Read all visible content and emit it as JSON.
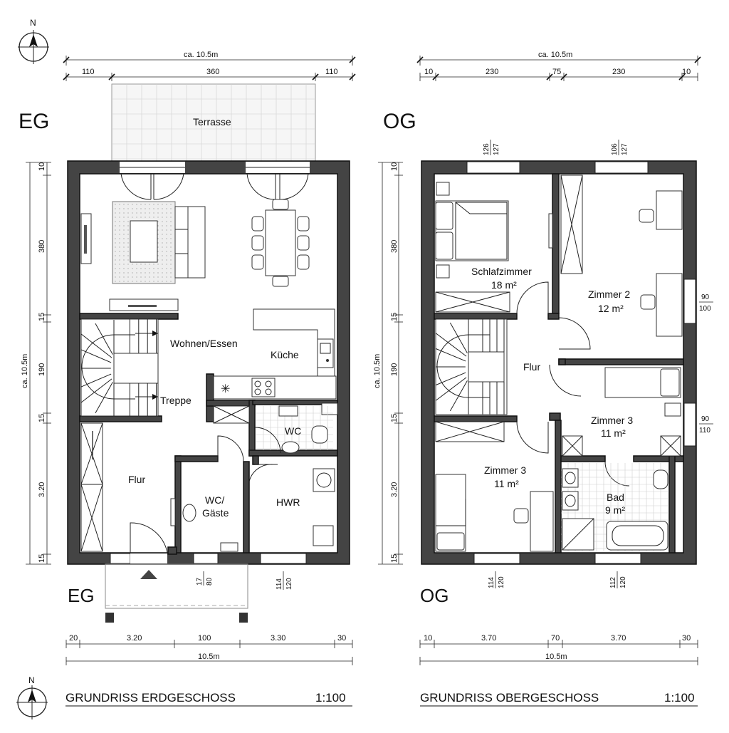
{
  "north": "N",
  "plans": {
    "eg": {
      "label_top": "EG",
      "label_bottom": "EG",
      "title": "GRUNDRISS ERDGESCHOSS",
      "scale": "1:100",
      "overall_top": "ca. 10.5m",
      "dims_top": [
        "110",
        "360",
        "110"
      ],
      "dims_left": [
        "10",
        "380",
        "15",
        "190",
        "15",
        "3.20",
        "15"
      ],
      "overall_left": "ca. 10.5m",
      "dims_bottom": [
        "20",
        "3.20",
        "100",
        "3.30",
        "30"
      ],
      "overall_bottom": "10.5m",
      "window_labels": [
        {
          "n": "17",
          "d": "80"
        },
        {
          "n": "114",
          "d": "120"
        }
      ],
      "rooms": {
        "terrace": "Terrasse",
        "living": "Wohnen/Essen",
        "kitchen": "Küche",
        "stairs": "Treppe",
        "hall": "Flur",
        "wc": "WC",
        "guest_wc_1": "WC/",
        "guest_wc_2": "Gäste",
        "utility": "HWR"
      }
    },
    "og": {
      "label_top": "OG",
      "label_bottom": "OG",
      "title": "GRUNDRISS OBERGESCHOSS",
      "scale": "1:100",
      "overall_top": "ca. 10.5m",
      "dims_top": [
        "10",
        "230",
        "75",
        "230",
        "10"
      ],
      "dims_left": [
        "10",
        "380",
        "15",
        "190",
        "15",
        "3.20",
        "15"
      ],
      "overall_left": "ca. 10.5m",
      "dims_bottom": [
        "10",
        "3.70",
        "70",
        "3.70",
        "30"
      ],
      "overall_bottom": "10.5m",
      "window_labels_top": [
        {
          "n": "126",
          "d": "127"
        },
        {
          "n": "106",
          "d": "127"
        }
      ],
      "window_labels_right": [
        {
          "n": "90",
          "d": "100"
        },
        {
          "n": "90",
          "d": "110"
        }
      ],
      "window_labels_bottom": [
        {
          "n": "114",
          "d": "120"
        },
        {
          "n": "112",
          "d": "120"
        }
      ],
      "rooms": {
        "bedroom": "Schlafzimmer",
        "bedroom_area": "18 m²",
        "room2": "Zimmer 2",
        "room2_area": "12 m²",
        "hall": "Flur",
        "room3_right": "Zimmer 3",
        "room3_right_area": "11 m²",
        "room3_left": "Zimmer 3",
        "room3_left_area": "11 m²",
        "bath": "Bad",
        "bath_area": "9 m²"
      }
    }
  }
}
